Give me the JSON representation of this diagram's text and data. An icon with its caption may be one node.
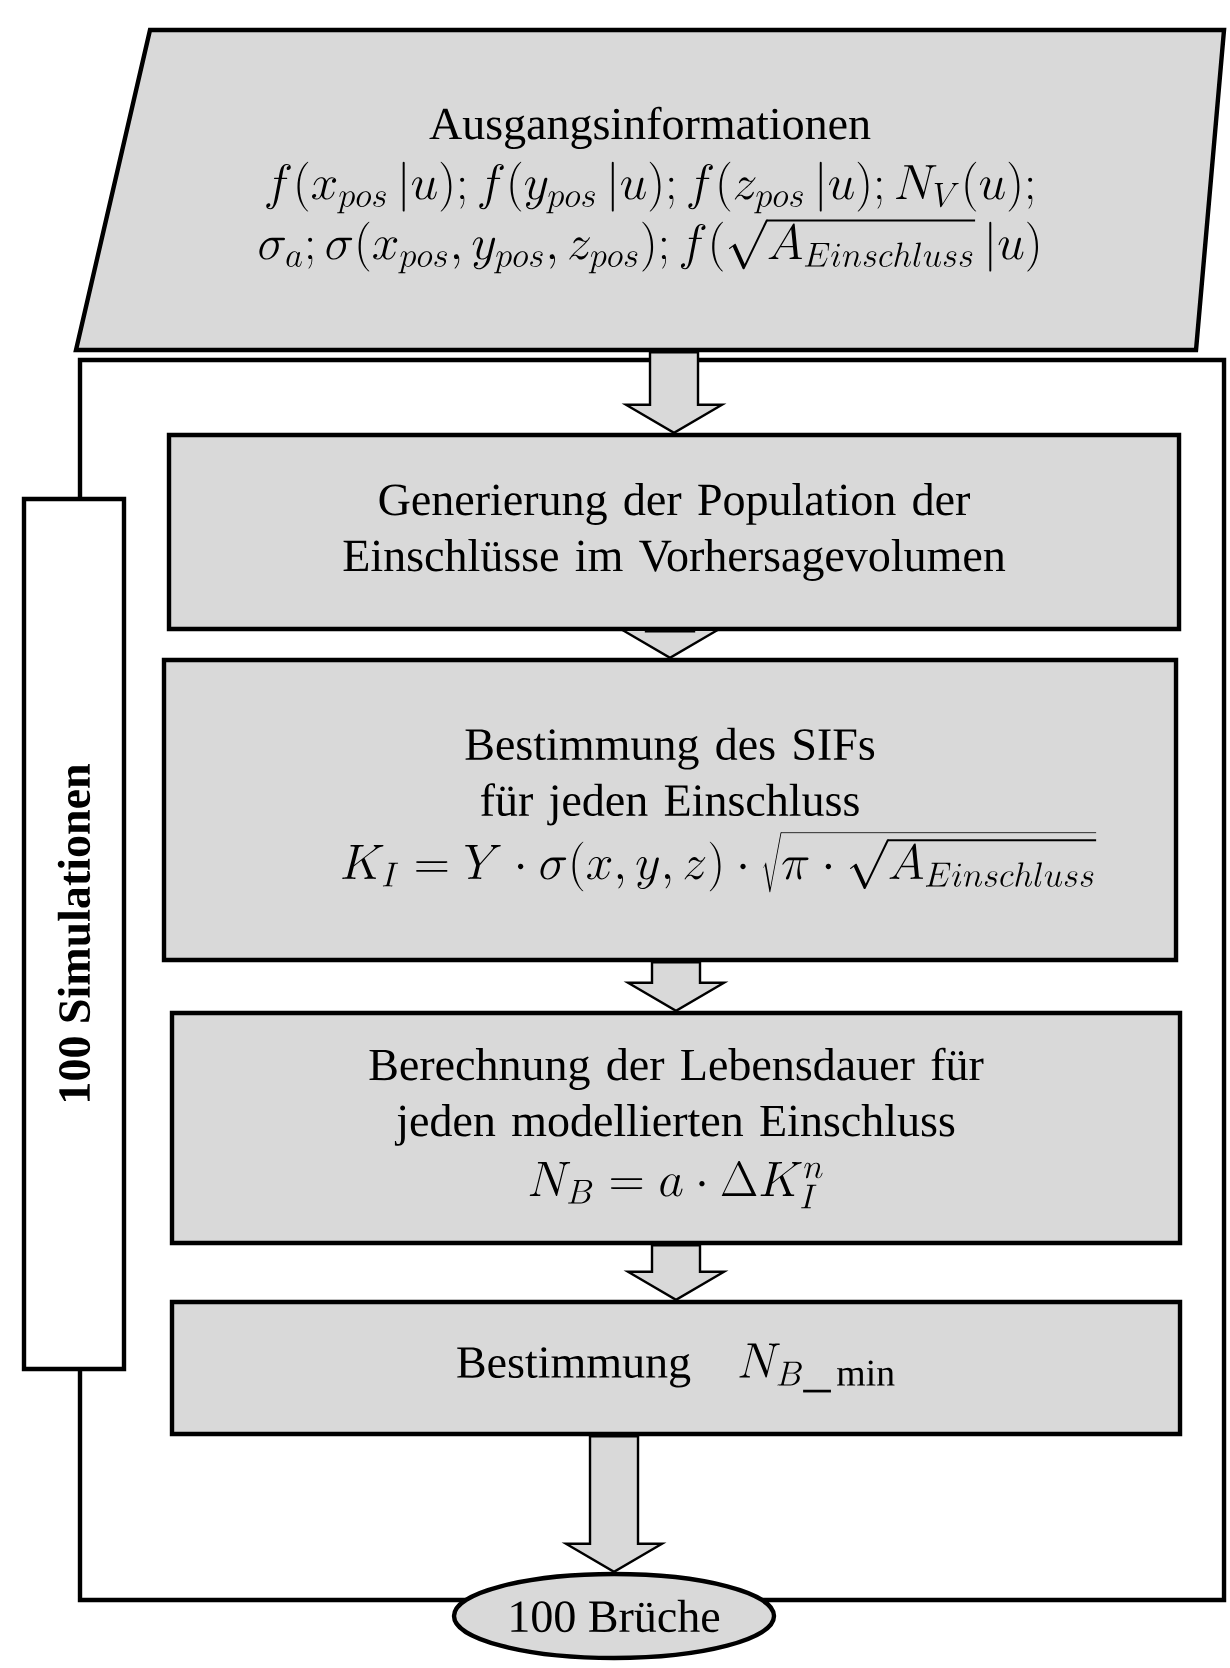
{
  "diagram": {
    "nodes": [
      {
        "text": [
          "Ausgangsinformationen",
          "f(x_{pos}\\,|u);f(y_{pos}\\,|u);f(z_{pos}\\,|u);N_V(u);",
          "\\sigma_a;\\sigma(x_{pos},y_{pos},z_{pos});f(\\sqrt{A_{Einschluss}}\\,|u)"
        ]
      },
      {
        "text": [],
        "shape": "box"
      },
      {
        "text": [
          "Generierung der Population der Einschlüsse im Vorhersagevolumen"
        ],
        "in": 1
      },
      {
        "text": [
          "Bestimmung des SIFs für jeden Einschluss",
          "K_I=Y\\cdot\\sigma(x,y,z)\\cdot\\sqrt{\\pi\\cdot\\sqrt{A_{Einschluss}}}"
        ],
        "in": 1
      },
      {
        "text": [
          "Berechnung der Lebensdauer für jeden modellierten Einschluss",
          "N_B=a\\cdot\\Delta K_I^n"
        ],
        "in": 1
      },
      {
        "text": [
          "Bestimmung",
          "N_{B\\_\\min}"
        ],
        "in": 1
      },
      {
        "text": [
          "100 Simulationen"
        ]
      },
      {
        "text": [
          "100 Brüche"
        ]
      }
    ],
    "edges": [
      {
        "from": 0,
        "to": 2,
        "arrow": "to"
      },
      {
        "from": 2,
        "to": 3,
        "arrow": "to"
      },
      {
        "from": 3,
        "to": 4,
        "arrow": "to"
      },
      {
        "from": 4,
        "to": 5,
        "arrow": "to"
      },
      {
        "from": 5,
        "to": 7,
        "arrow": "to"
      }
    ]
  }
}
